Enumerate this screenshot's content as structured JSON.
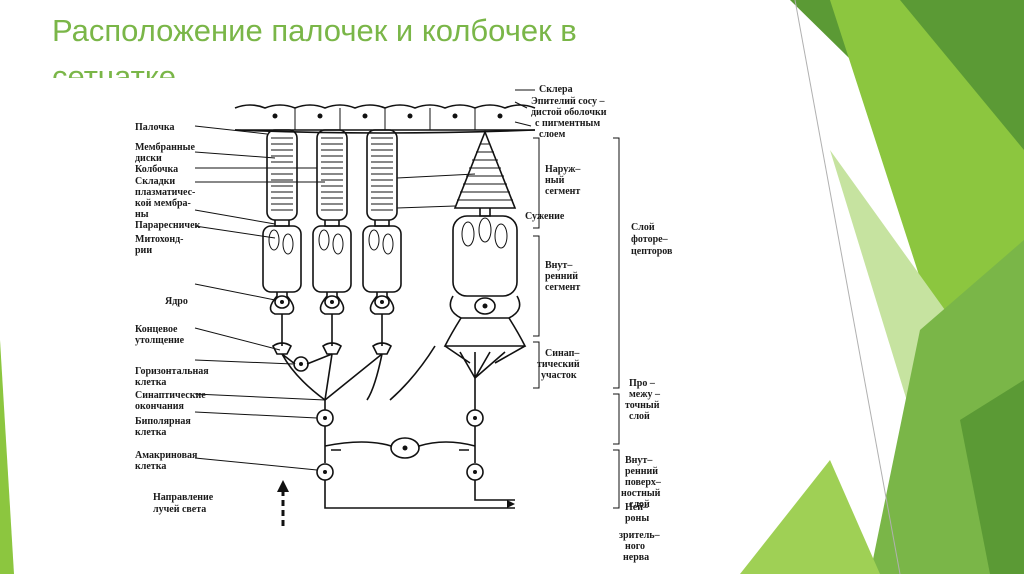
{
  "slide": {
    "title_lines": [
      "Расположение палочек и колбочек в",
      "сетчатке"
    ]
  },
  "colors": {
    "title": "#7ab648",
    "accent_dark": "#5b9a35",
    "accent_mid": "#8cc63f",
    "accent_light": "#c6e3a0",
    "line": "#111111"
  },
  "diagram": {
    "left_labels": [
      "Палочка",
      "Мембранные",
      "диски",
      "Колбочка",
      "Складки",
      "плазматичес-",
      "кой мембра-",
      "ны",
      "Параресничек",
      "Митохонд-",
      "рии",
      "Ядро",
      "Концевое",
      "утолщение",
      "Горизонтальная",
      "клетка",
      "Синаптические",
      "окончания",
      "Биполярная",
      "клетка",
      "Амакриновая",
      "клетка",
      "Направление",
      "лучей света"
    ],
    "right_labels": [
      "Склера",
      "Эпителий сосу –",
      "дистой оболочки",
      "с пигментным",
      "слоем",
      "Наруж–",
      "ный",
      "сегмент",
      "Сужение",
      "Внут–",
      "ренний",
      "сегмент",
      "Синап–",
      "тический",
      "участок",
      "Ней–",
      "роны",
      "зритель–",
      "ного",
      "нерва"
    ],
    "far_right_labels": [
      "Слой",
      "фоторе–",
      "цепторов",
      "Про –",
      "межу –",
      "точный",
      "слой",
      "Внут–",
      "ренний",
      "поверх–",
      "ностный",
      "слой"
    ]
  }
}
